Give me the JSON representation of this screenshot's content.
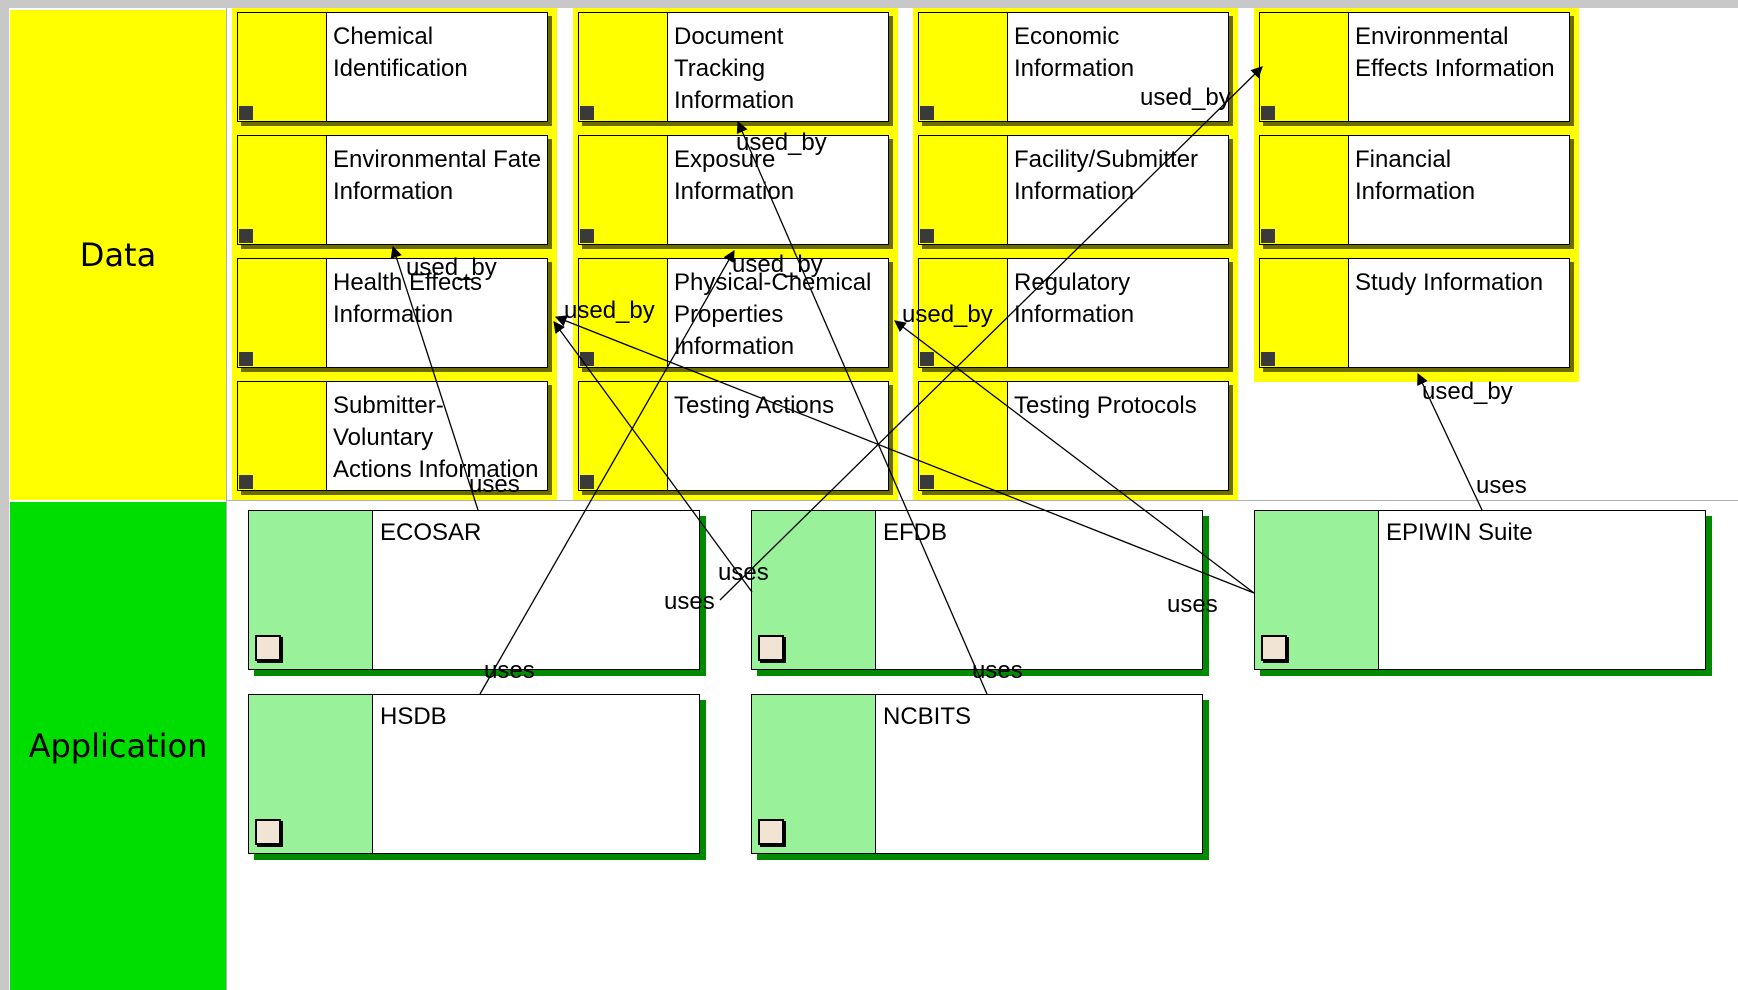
{
  "lanes": {
    "data": "Data",
    "application": "Application"
  },
  "colors": {
    "data_lane": "#ffff00",
    "application_lane": "#00dd00",
    "app_swatch": "#99f299",
    "app_shadow": "#008a00"
  },
  "data_entities": [
    "Chemical\nIdentification",
    "Environmental Fate\nInformation",
    "Health Effects\nInformation",
    "Submitter-Voluntary\nActions Information",
    "Document\nTracking\nInformation",
    "Exposure\nInformation",
    "Physical-Chemical\nProperties\nInformation",
    "Testing Actions",
    "Economic\nInformation",
    "Facility/Submitter\nInformation",
    "Regulatory\nInformation",
    "Testing Protocols",
    "Environmental\nEffects Information",
    "Financial\nInformation",
    "Study Information"
  ],
  "applications": [
    "ECOSAR",
    "EFDB",
    "EPIWIN Suite",
    "HSDB",
    "NCBITS"
  ],
  "links": [
    {
      "from": "ECOSAR",
      "to": "Environmental Fate Information",
      "source_label": "uses",
      "target_label": "used_by"
    },
    {
      "from": "EFDB",
      "to": "Health Effects Information",
      "source_label": "uses",
      "target_label": "used_by"
    },
    {
      "from": "EFDB",
      "to": "Environmental Effects Information",
      "source_label": "uses",
      "target_label": "used_by"
    },
    {
      "from": "EPIWIN Suite",
      "to": "Health Effects Information",
      "source_label": "uses",
      "target_label": "used_by"
    },
    {
      "from": "EPIWIN Suite",
      "to": "Physical-Chemical Properties Information",
      "source_label": "uses",
      "target_label": "used_by"
    },
    {
      "from": "EPIWIN Suite",
      "to": "Study Information",
      "source_label": "uses",
      "target_label": "used_by"
    },
    {
      "from": "HSDB",
      "to": "Exposure Information",
      "source_label": "uses",
      "target_label": "used_by"
    },
    {
      "from": "NCBITS",
      "to": "Document Tracking Information",
      "source_label": "uses",
      "target_label": "used_by"
    }
  ]
}
